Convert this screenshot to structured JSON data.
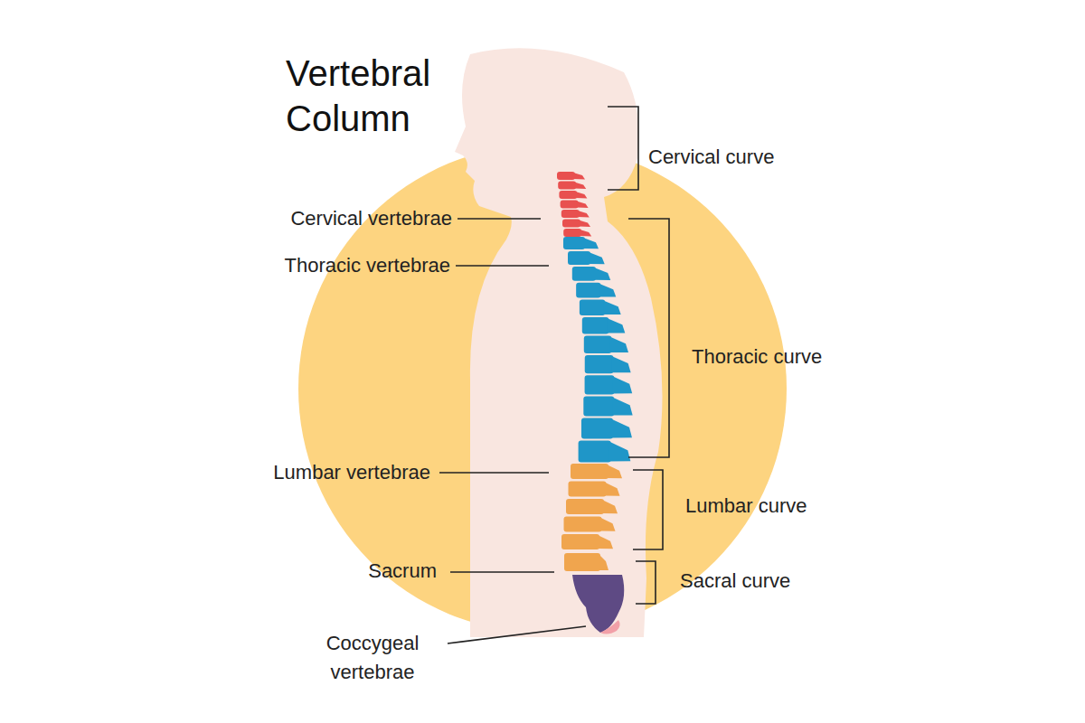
{
  "diagram": {
    "title": "Vertebral Column",
    "labels": [
      "Cervical curve",
      "Cervical vertebrae",
      "Thoracic vertebrae",
      "Thoracic curve",
      "Lumbar vertebrae",
      "Lumbar curve",
      "Sacrum",
      "Sacral curve",
      "Coccygeal vertebrae"
    ]
  }
}
